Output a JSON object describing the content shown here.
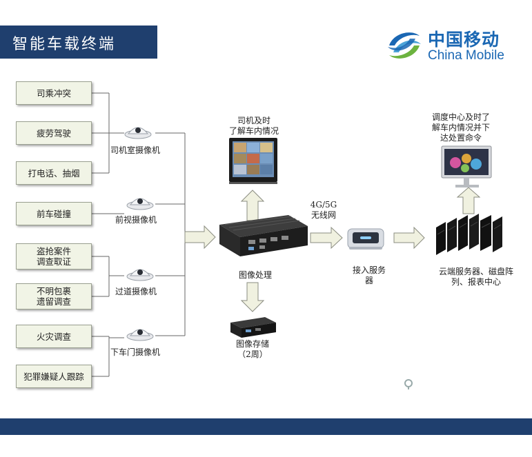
{
  "header": {
    "title": "智能车载终端"
  },
  "logo": {
    "chinese": "中国移动",
    "english": "China Mobile"
  },
  "cases": [
    {
      "label": "司乘冲突"
    },
    {
      "label": "疲劳驾驶"
    },
    {
      "label": "打电话、抽烟"
    },
    {
      "label": "前车碰撞"
    },
    {
      "label": "盗抢案件\n调查取证"
    },
    {
      "label": "不明包裹\n遗留调查"
    },
    {
      "label": "火灾调查"
    },
    {
      "label": "犯罪嫌疑人跟踪"
    }
  ],
  "cameras": [
    {
      "label": "司机室摄像机"
    },
    {
      "label": "前视摄像机"
    },
    {
      "label": "过道摄像机"
    },
    {
      "label": "下车门摄像机"
    }
  ],
  "flow": {
    "monitor_caption": "司机及时\n了解车内情况",
    "network_label": "4G/5G\n无线网",
    "processing_label": "图像处理",
    "storage_label": "图像存储\n（2周）",
    "access_label": "接入服务\n器",
    "dispatch_caption": "调度中心及时了\n解车内情况并下\n达处置命令",
    "cloud_label": "云端服务器、磁盘阵\n列、报表中心"
  },
  "colors": {
    "banner": "#1f3f6e",
    "logo": "#1a67b3",
    "box_fill": "#f1f4e6",
    "arrow_fill": "#f0f1e0"
  }
}
